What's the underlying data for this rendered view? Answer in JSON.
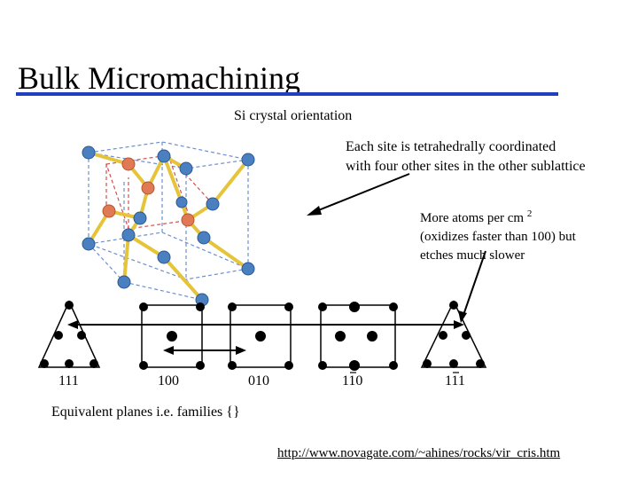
{
  "slide": {
    "title": "Bulk Micromachining",
    "subtitle": "Si crystal orientation",
    "note_tetrahedral_line1": "Each site is tetrahedrally coordinated",
    "note_tetrahedral_line2": "with four other sites in the other sublattice",
    "note_111_line1_prefix": "More atoms per cm",
    "note_111_line1_sup": "2",
    "note_111_line2": "(oxidizes faster than 100) but",
    "note_111_line3": "etches much slower",
    "plane_labels": [
      "111",
      "100",
      "010",
      "110",
      "111"
    ],
    "caption": "Equivalent  planes i.e. families {}",
    "url": "http://www.novagate.com/~ahines/rocks/vir_cris.htm",
    "colors": {
      "title_rule": "#1f3fbf",
      "atom_blue": "#4a7fc0",
      "atom_orange": "#e07a55",
      "bond_yellow": "#e6c43a"
    }
  }
}
